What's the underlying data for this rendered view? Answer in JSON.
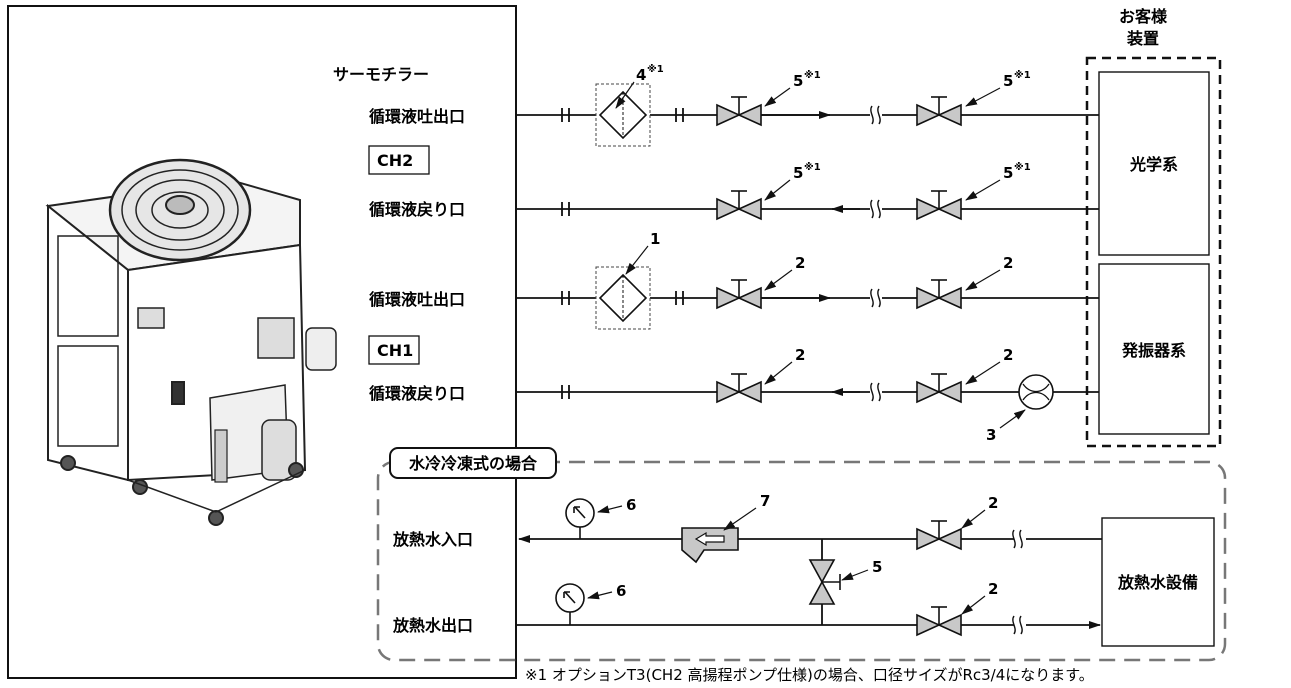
{
  "chiller": {
    "title": "サーモチラー",
    "ch2_label": "CH2",
    "ch1_label": "CH1",
    "ch2_outlet": "循環液吐出口",
    "ch2_return": "循環液戻り口",
    "ch1_outlet": "循環液吐出口",
    "ch1_return": "循環液戻り口",
    "radiator_inlet": "放熱水入口",
    "radiator_outlet": "放熱水出口"
  },
  "customer": {
    "header_line1": "お客様",
    "header_line2": "装置",
    "optical": "光学系",
    "oscillator": "発振器系"
  },
  "water_cooled": {
    "title": "水冷冷凍式の場合",
    "facility": "放熱水設備"
  },
  "callouts": {
    "filter_ch2": "4",
    "valve_ch2": "5",
    "filter_ch1": "1",
    "valve_ch1": "2",
    "flow_meter": "3",
    "gauge": "6",
    "strainer": "7",
    "bypass_valve": "5",
    "water_valve": "2",
    "sup_note": "※1"
  },
  "footnote": "※1 オプションT3(CH2 高揚程ポンプ仕様)の場合、口径サイズがRc3/4になります。",
  "colors": {
    "line": "#111111",
    "valve_fill": "#c8c8c8",
    "dash": "#777777",
    "box_dash": "#111111"
  }
}
